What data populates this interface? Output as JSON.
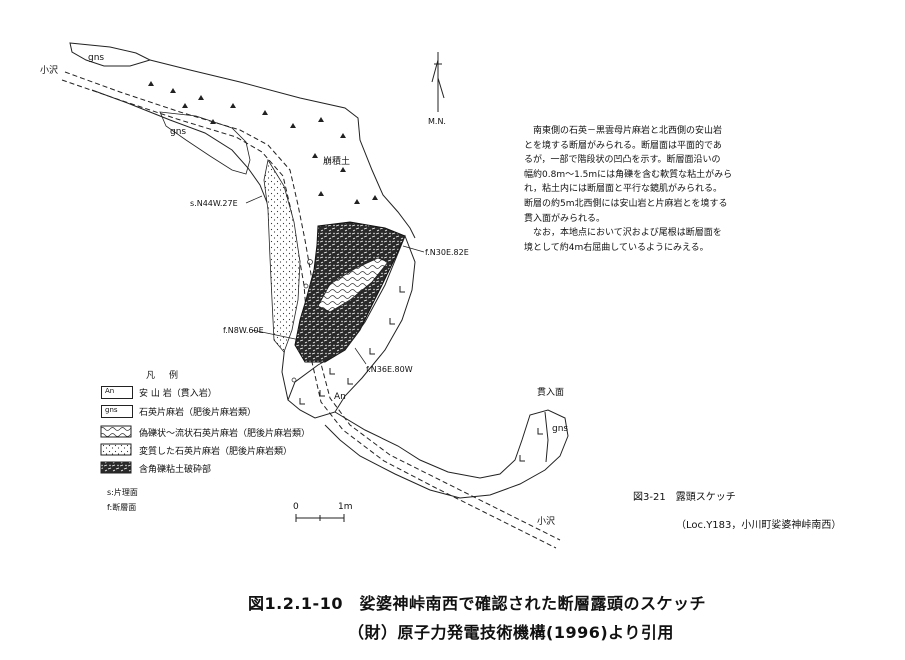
{
  "map_labels": {
    "gns_upper": "gns",
    "gns_mid": "gns",
    "gns_right": "gns",
    "stream_left": "小沢",
    "stream_right": "小沢",
    "colluvium": "崩積土",
    "schist_attitude": "s.N44W.27E",
    "fault_1": "f.N30E.82E",
    "fault_2": "f.N8W.60E",
    "fault_3": "f.N36E.80W",
    "andesite": "An",
    "intrusion_face": "貫入面",
    "north_mark": "M.N."
  },
  "note": [
    "南東側の石英－黒雲母片麻岩と北西側の安山岩",
    "とを境する断層がみられる。断層面は平面的であ",
    "るが，一部で階段状の凹凸を示す。断層面沿いの",
    "幅約0.8m～1.5mには角礫を含む軟質な粘土がみら",
    "れ，粘土内には断層面と平行な鏡肌がみられる。",
    "断層の約5m北西側には安山岩と片麻岩とを境する",
    "貫入面がみられる。",
    "なお，本地点において沢および尾根は断層面を",
    "境として約4m右屈曲しているようにみえる。"
  ],
  "legend": {
    "title": "凡例",
    "items": [
      {
        "symbol": "An",
        "text": "安 山 岩（貫入岩）"
      },
      {
        "symbol": "gns",
        "text": "石英片麻岩（肥後片麻岩類）"
      },
      {
        "symbol": "",
        "text": "偽礫状～流状石英片麻岩（肥後片麻岩類）"
      },
      {
        "symbol": "",
        "text": "変質した石英片麻岩（肥後片麻岩類）"
      },
      {
        "symbol": "",
        "text": "含角礫粘土破砕部"
      }
    ],
    "extra": [
      "s:片理面",
      "f:断層面"
    ]
  },
  "scale": {
    "zero": "0",
    "end": "1m"
  },
  "figure_ref": "図3-21　露頭スケッチ",
  "location": "（Loc.Y183，小川町娑婆神峠南西）",
  "caption": "図1.2.1-10　娑婆神峠南西で確認された断層露頭のスケッチ",
  "caption_source": "（財）原子力発電技術機構(1996)より引用"
}
